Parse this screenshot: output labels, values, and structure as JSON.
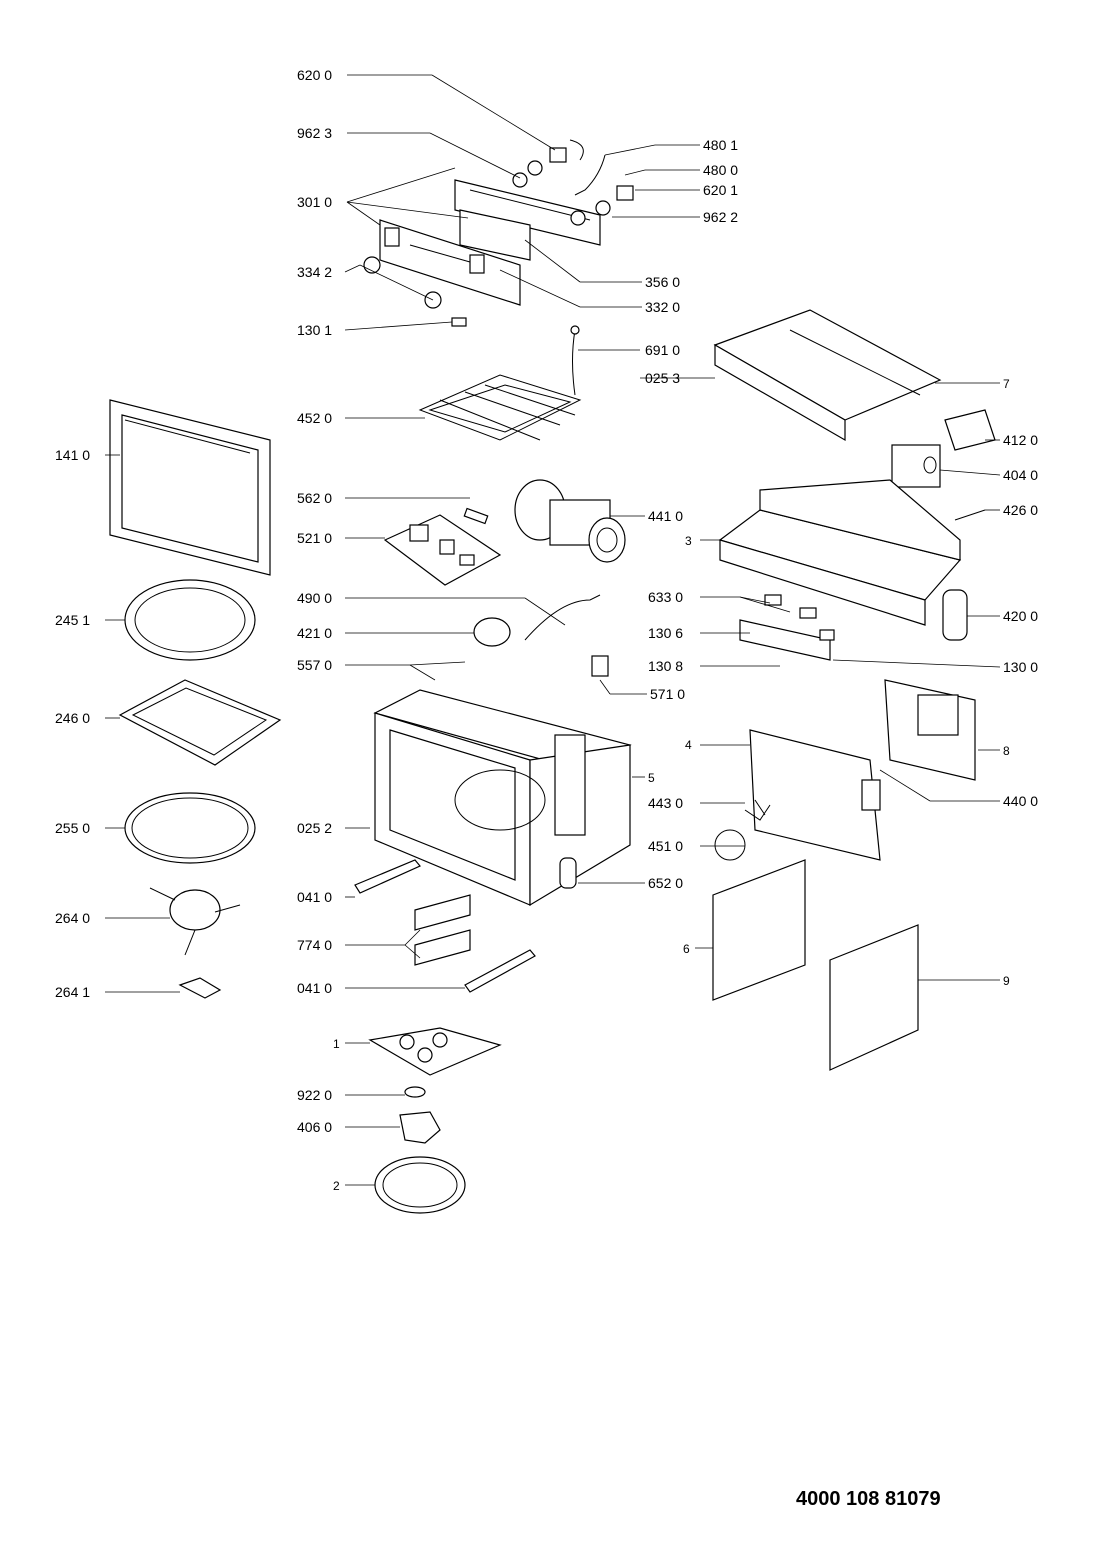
{
  "diagram": {
    "document_number": "4000 108 81079",
    "labels": {
      "l6200": "620 0",
      "l9623": "962 3",
      "l4801": "480 1",
      "l4800": "480 0",
      "l6201": "620 1",
      "l3010": "301 0",
      "l9622": "962 2",
      "l3342": "334 2",
      "l3560": "356 0",
      "l3320": "332 0",
      "l1301": "130 1",
      "l6910": "691 0",
      "l0253": "025 3",
      "l7": "7",
      "l1410": "141 0",
      "l4520": "452 0",
      "l4120": "412 0",
      "l4040": "404 0",
      "l5620": "562 0",
      "l4410": "441 0",
      "l4260": "426 0",
      "l5210": "521 0",
      "l3": "3",
      "l2451": "245 1",
      "l4900": "490 0",
      "l6330": "633 0",
      "l4200": "420 0",
      "l4210": "421 0",
      "l1306": "130 6",
      "l5570": "557 0",
      "l1308": "130 8",
      "l1300": "130 0",
      "l5710": "571 0",
      "l2460": "246 0",
      "l4": "4",
      "l8": "8",
      "l5": "5",
      "l4400": "440 0",
      "l4430": "443 0",
      "l2550": "255 0",
      "l0252": "025 2",
      "l4510": "451 0",
      "l6520": "652 0",
      "l0410a": "041 0",
      "l2640": "264 0",
      "l7740": "774 0",
      "l6": "6",
      "l9": "9",
      "l0410b": "041 0",
      "l2641": "264 1",
      "l1": "1",
      "l9220": "922 0",
      "l4060": "406 0",
      "l2": "2"
    }
  }
}
